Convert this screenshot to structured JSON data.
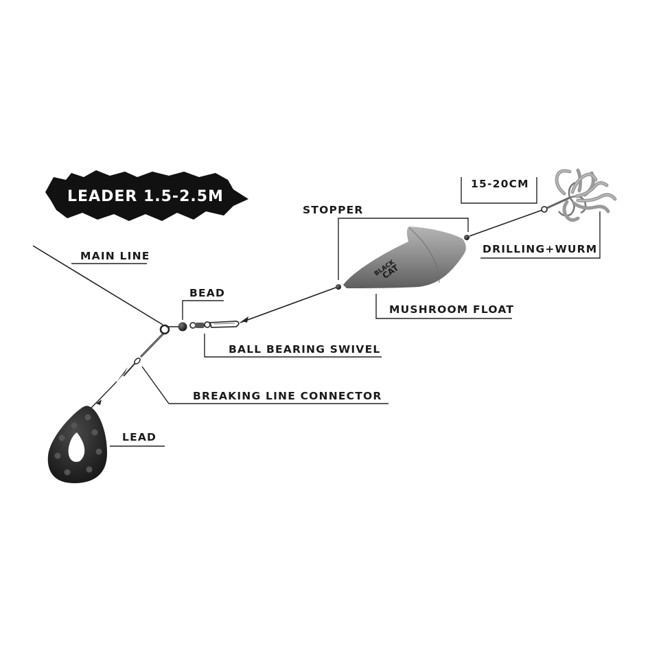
{
  "banner": {
    "text": "LEADER 1.5-2.5M"
  },
  "labels": {
    "main_line": "MAIN LINE",
    "bead": "BEAD",
    "ball_bearing_swivel": "BALL BEARING SWIVEL",
    "breaking_line_connector": "BREAKING LINE CONNECTOR",
    "lead": "LEAD",
    "stopper": "STOPPER",
    "mushroom_float": "MUSHROOM FLOAT",
    "hook_length": "15-20CM",
    "drilling_wurm": "DRILLING+WURM"
  },
  "logo": {
    "line1": "BLACK",
    "line2": "CAT"
  },
  "colors": {
    "banner": "#111111",
    "float": "#8a8a8a",
    "lead": "#2a2a2a",
    "worm": "#9a9a9a"
  }
}
